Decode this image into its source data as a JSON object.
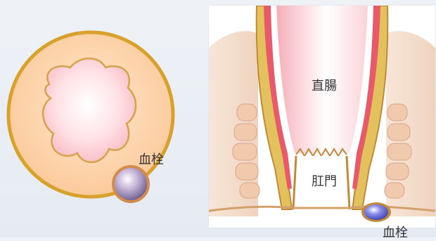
{
  "left_diagram": {
    "label_thrombus": "血栓"
  },
  "right_diagram": {
    "label_rectum": "直腸",
    "label_anus": "肛門",
    "label_thrombus": "血栓"
  }
}
